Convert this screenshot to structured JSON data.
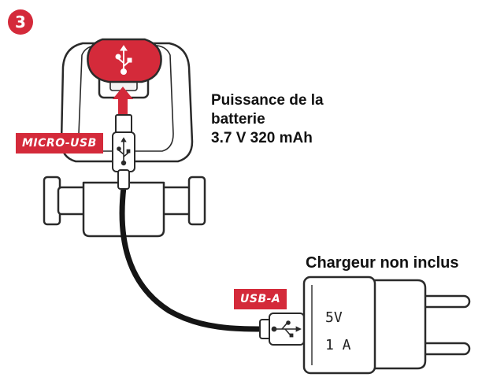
{
  "step": {
    "number": "3"
  },
  "labels": {
    "micro_usb": "MICRO-USB",
    "usb_a": "USB-A"
  },
  "battery": {
    "line1": "Puissance de la",
    "line2": "batterie",
    "line3": "3.7 V 320 mAh"
  },
  "charger": {
    "note": "Chargeur non inclus",
    "voltage": "5V",
    "current": "1 A"
  },
  "colors": {
    "accent": "#d42a3a",
    "outline": "#2a2a2a",
    "cable": "#151515"
  },
  "icons": [
    "usb-icon",
    "arrow-up-icon"
  ]
}
